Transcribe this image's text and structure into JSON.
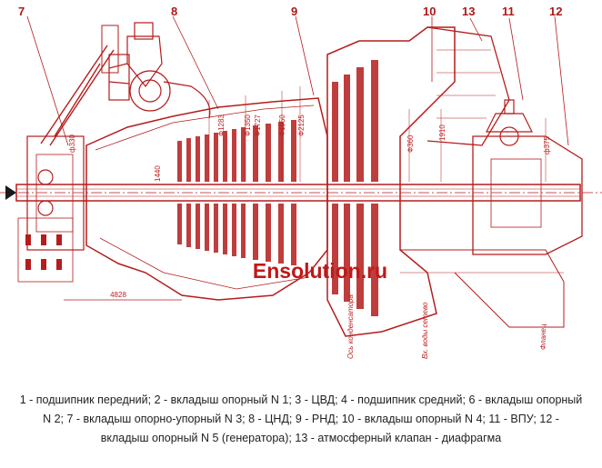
{
  "callouts": [
    "7",
    "8",
    "9",
    "10",
    "13",
    "11",
    "12"
  ],
  "dimensions": {
    "d330": "ф330",
    "d4828": "4828",
    "d1283": "Ф1283",
    "d1350": "Ф1350",
    "d1727": "Ф1727",
    "d1950": "Ф1950",
    "d2125": "Ф2125",
    "d360": "Ф360",
    "d1910": "1910",
    "d375": "ф375",
    "d1440": "1440"
  },
  "labels": {
    "steam_exhaust": "Вх. воды сетево",
    "flange": "Фланец",
    "condenser": "Ось конденсатора"
  },
  "watermark": "Ensolution.ru",
  "caption": "1 - подшипник передний; 2 - вкладыш опорный N 1; 3 - ЦВД; 4 - подшипник средний; 6 - вкладыш опорный N 2; 7 - вкладыш опорно-упорный N 3; 8 - ЦНД; 9 - РНД; 10 - вкладыш опорный N 4; 11 - ВПУ; 12 - вкладыш опорный N 5 (генератора); 13 - атмосферный клапан - диафрагма",
  "colors": {
    "line": "#b51c1c",
    "shaft": "#8a1010",
    "text": "#222222"
  }
}
